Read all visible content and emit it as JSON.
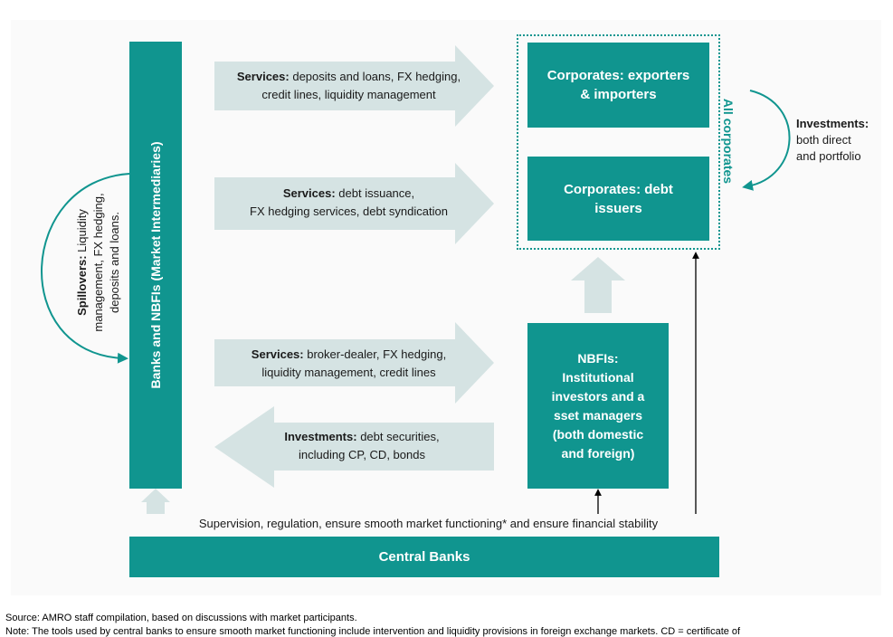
{
  "central_banks": "Central Banks",
  "supervision": "Supervision, regulation, ensure smooth market functioning* and ensure financial stability",
  "banks_nbfis": "Banks and NBFIs (Market Intermediaries)",
  "spillovers": {
    "label": "Spillovers:",
    "text": "Liquidity management, FX hedging, deposits and loans."
  },
  "all_corporates": "All corporates",
  "corp_exporters": {
    "line1": "Corporates: exporters",
    "line2": "& importers"
  },
  "corp_debt": {
    "line1": "Corporates: debt",
    "line2": "issuers"
  },
  "nbfis_box": {
    "line1": "NBFIs:",
    "line2": "Institutional",
    "line3": "investors and a",
    "line4": "sset managers",
    "line5": "(both domestic",
    "line6": "and foreign)"
  },
  "investments_right": {
    "label": "Investments:",
    "line1": "both direct",
    "line2": "and portfolio"
  },
  "arrows": {
    "a1": {
      "label": "Services:",
      "line1": "deposits and loans, FX hedging,",
      "line2": "credit lines, liquidity management"
    },
    "a2": {
      "label": "Services:",
      "line1": "debt issuance,",
      "line2": "FX hedging services, debt syndication"
    },
    "a3": {
      "label": "Services:",
      "line1": "broker-dealer, FX hedging,",
      "line2": "liquidity management, credit lines"
    },
    "a4": {
      "label": "Investments:",
      "line1": "debt securities,",
      "line2": "including CP, CD, bonds"
    }
  },
  "footer": {
    "source": "Source: AMRO staff compilation, based on discussions with market participants.",
    "note": "Note: The tools used by central banks to ensure smooth market functioning include intervention and liquidity provisions in foreign exchange markets. CD = certificate of"
  },
  "colors": {
    "teal": "#10958f",
    "arrow_fill": "#d5e3e3",
    "panel": "#fafafa"
  }
}
